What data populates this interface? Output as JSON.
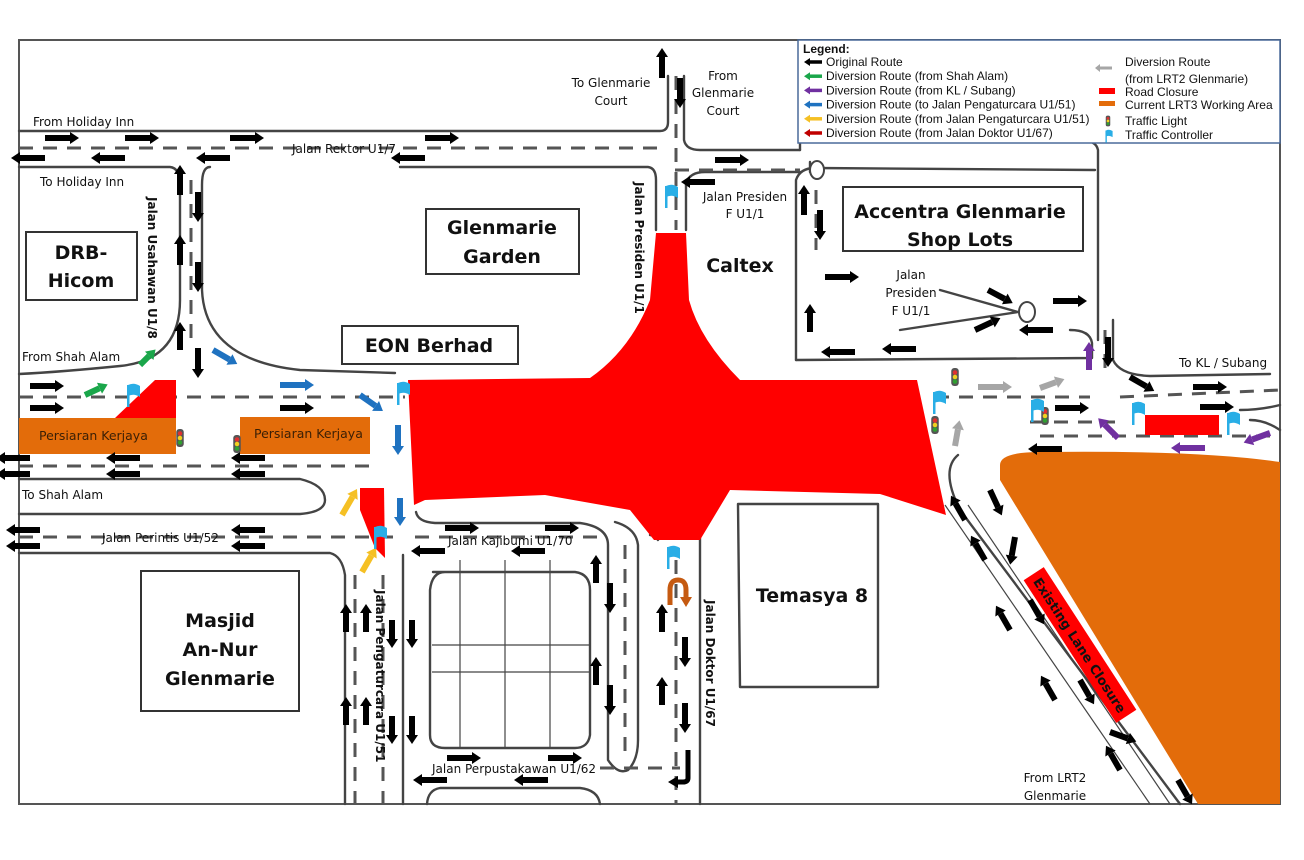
{
  "colors": {
    "original": "#000000",
    "shah_alam": "#1aa64a",
    "kl_subang": "#7030a0",
    "to_pengaturcara": "#1f72c0",
    "from_pengaturcara": "#f5c024",
    "from_doktor": "#c00000",
    "lrt2": "#a6a6a6",
    "closure": "#ff0000",
    "work_area": "#e36c0a",
    "controller": "#29aee6",
    "uturn": "#c55a11"
  },
  "legend": {
    "title": "Legend:",
    "items": [
      {
        "label": "Original Route",
        "color": "#000000",
        "icon": "arrow-left-icon"
      },
      {
        "label": "Diversion Route (from Shah Alam)",
        "color": "#1aa64a",
        "icon": "arrow-left-icon"
      },
      {
        "label": "Diversion Route (from KL / Subang)",
        "color": "#7030a0",
        "icon": "arrow-left-icon"
      },
      {
        "label": "Diversion Route (to Jalan Pengaturcara U1/51)",
        "color": "#1f72c0",
        "icon": "arrow-left-icon"
      },
      {
        "label": "Diversion Route (from Jalan Pengaturcara U1/51)",
        "color": "#f5c024",
        "icon": "arrow-left-icon"
      },
      {
        "label": "Diversion Route (from Jalan Doktor U1/67)",
        "color": "#c00000",
        "icon": "arrow-left-icon"
      }
    ],
    "items_right": [
      {
        "label_line1": "Diversion Route",
        "label_line2": "(from LRT2 Glenmarie)",
        "color": "#a6a6a6",
        "icon": "arrow-left-icon"
      },
      {
        "label": "Road Closure",
        "color": "#ff0000",
        "icon": "swatch-icon"
      },
      {
        "label": "Current LRT3 Working Area",
        "color": "#e36c0a",
        "icon": "swatch-icon"
      },
      {
        "label": "Traffic Light",
        "icon": "traffic-light-icon"
      },
      {
        "label": "Traffic Controller",
        "icon": "flag-icon"
      }
    ]
  },
  "roads": {
    "rektor": "Jalan Rektor U1/7",
    "usahawan": "Jalan Usahawan U1/8",
    "presiden_u11": "Jalan Presiden U1/1",
    "presiden_f_a": "Jalan Presiden",
    "presiden_f_b": "F U1/1",
    "presiden_f2_a": "Jalan",
    "presiden_f2_b": "Presiden",
    "presiden_f2_c": "F U1/1",
    "perintis": "Jalan Perintis U1/52",
    "kajibumi": "Jalan Kajibumi U1/70",
    "pengaturcara": "Jalan Pengaturcara U1/51",
    "perpustakawan": "Jalan Perpustakawan U1/62",
    "doktor": "Jalan Doktor U1/67",
    "kerjaya_1": "Persiaran Kerjaya",
    "kerjaya_2": "Persiaran Kerjaya"
  },
  "directions": {
    "from_holiday_inn": "From Holiday Inn",
    "to_holiday_inn": "To Holiday Inn",
    "from_shah_alam": "From Shah Alam",
    "to_shah_alam": "To Shah Alam",
    "to_glenmarie_court_a": "To Glenmarie",
    "to_glenmarie_court_b": "Court",
    "from_glenmarie_court_a": "From",
    "from_glenmarie_court_b": "Glenmarie",
    "from_glenmarie_court_c": "Court",
    "to_kl_subang": "To KL / Subang",
    "from_lrt2_a": "From LRT2",
    "from_lrt2_b": "Glenmarie"
  },
  "landmarks": {
    "drb_a": "DRB-",
    "drb_b": "Hicom",
    "glenmarie_garden_a": "Glenmarie",
    "glenmarie_garden_b": "Garden",
    "eon": "EON Berhad",
    "caltex": "Caltex",
    "accentra_a": "Accentra Glenmarie",
    "accentra_b": "Shop Lots",
    "masjid_a": "Masjid",
    "masjid_b": "An-Nur",
    "masjid_c": "Glenmarie",
    "temasya": "Temasya 8"
  },
  "closures": {
    "existing_lane_closure": "Existing Lane Closure"
  }
}
